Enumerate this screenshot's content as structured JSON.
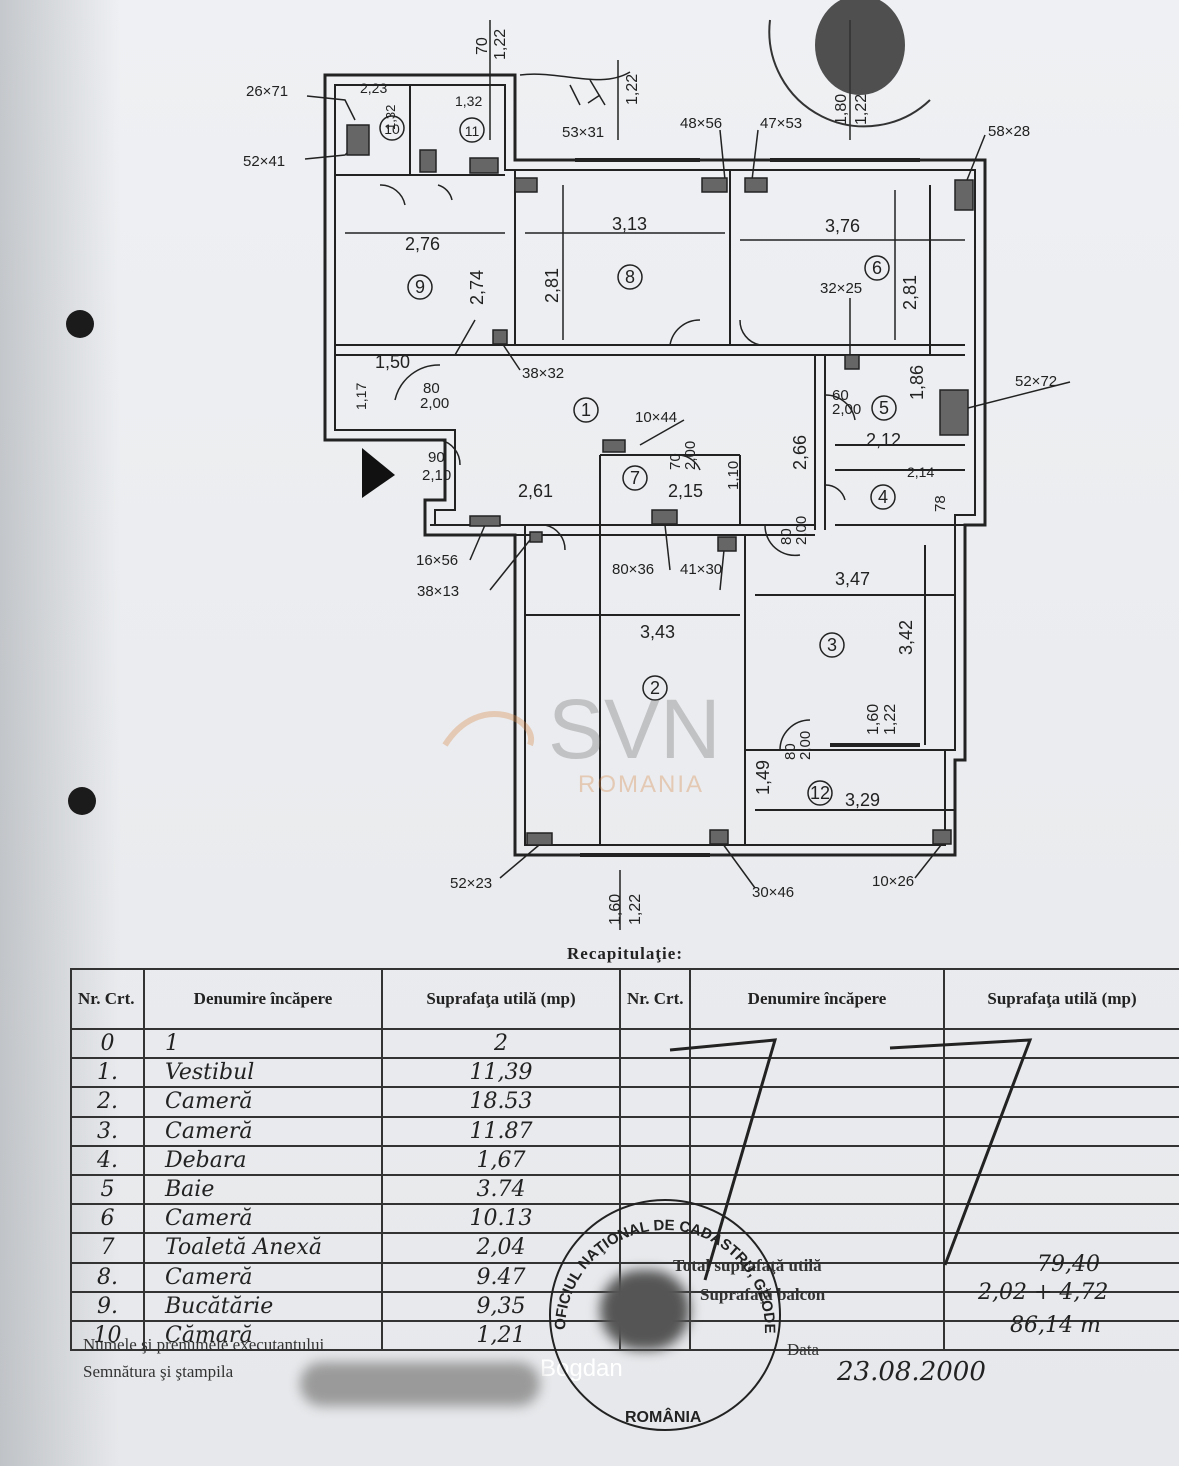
{
  "watermark": {
    "brand": "SVN",
    "country": "ROMANIA",
    "accent": "#d98a4a"
  },
  "plan": {
    "rooms": [
      "1",
      "2",
      "3",
      "4",
      "5",
      "6",
      "7",
      "8",
      "9",
      "10",
      "11",
      "12"
    ],
    "room_dims": {
      "r9_w": "2,76",
      "r9_h": "2,74",
      "r8_w": "3,13",
      "r8_h": "2,81",
      "r6_w": "3,76",
      "r6_h": "2,81",
      "r1_a": "1,50",
      "r1_b": "2,61",
      "r1_c": "2,66",
      "r7_w": "2,15",
      "r7_h": "1,10",
      "r5_w": "2,12",
      "r5_h": "1,86",
      "r4_w": "2,14",
      "r4_h": "78",
      "r2_w": "3,43",
      "r3_w": "3,47",
      "r3_h": "3,42",
      "r12_w": "3,29",
      "r12_h": "1,49",
      "r10_w": "2,23",
      "r11_w": "1,32",
      "r10_h": "1,32",
      "hall_h": "1,17"
    },
    "details": {
      "d1": "26×71",
      "d2": "52×41",
      "d3": "53×31",
      "d4": "48×56",
      "d5": "47×53",
      "d6": "58×28",
      "d7": "38×32",
      "d8": "32×25",
      "d9": "52×72",
      "d10": "10×44",
      "d11": "16×56",
      "d12": "38×13",
      "d13": "80×36",
      "d14": "41×30",
      "d15": "52×23",
      "d16": "30×46",
      "d17": "10×26"
    },
    "windows": {
      "top_a": "70",
      "top_b": "1,22",
      "top_c": "1,22",
      "top_d": "1,80",
      "top_e": "1,22",
      "bottom_a": "1,60",
      "bottom_b": "1,22",
      "right_a": "1,60",
      "right_b": "1,22"
    },
    "doors": {
      "a": "80",
      "b": "2,00",
      "c": "90",
      "d": "2,10",
      "e": "70",
      "f": "2,00",
      "g": "60",
      "h": "2,00"
    }
  },
  "recap": {
    "title": "Recapitulaţie:",
    "headers": [
      "Nr. Crt.",
      "Denumire încăpere",
      "Suprafaţa utilă (mp)",
      "Nr. Crt.",
      "Denumire încăpere",
      "Suprafaţa utilă (mp)"
    ],
    "rows": [
      {
        "nr": "0",
        "name": "1",
        "area": "2"
      },
      {
        "nr": "1.",
        "name": "Vestibul",
        "area": "11,39"
      },
      {
        "nr": "2.",
        "name": "Cameră",
        "area": "18.53"
      },
      {
        "nr": "3.",
        "name": "Cameră",
        "area": "11.87"
      },
      {
        "nr": "4.",
        "name": "Debara",
        "area": "1,67"
      },
      {
        "nr": "5",
        "name": "Baie",
        "area": "3.74"
      },
      {
        "nr": "6",
        "name": "Cameră",
        "area": "10.13"
      },
      {
        "nr": "7",
        "name": "Toaletă Anexă",
        "area": "2,04"
      },
      {
        "nr": "8.",
        "name": "Cameră",
        "area": "9.47"
      },
      {
        "nr": "9.",
        "name": "Bucătărie",
        "area": "9,35"
      },
      {
        "nr": "10",
        "name": "Cămară",
        "area": "1,21"
      }
    ],
    "total_label": "Total suprafaţă utilă",
    "total_value": "79,40",
    "balcon_label": "Suprafaţă balcon",
    "balcon_value": "2,02 + 4,72",
    "sum_value": "86,14 m",
    "executant_label": "Numele şi prenumele executantului",
    "executant_name": "Bogdan",
    "signature_label": "Semnătura şi ştampila",
    "date_label": "Data",
    "date_value": "23.08.2000",
    "stamp_text": "OFICIUL NAŢIONAL DE CADASTRU, GEODEZIE ŞI CARTOGRAFIE",
    "stamp_country": "ROMÂNIA"
  }
}
